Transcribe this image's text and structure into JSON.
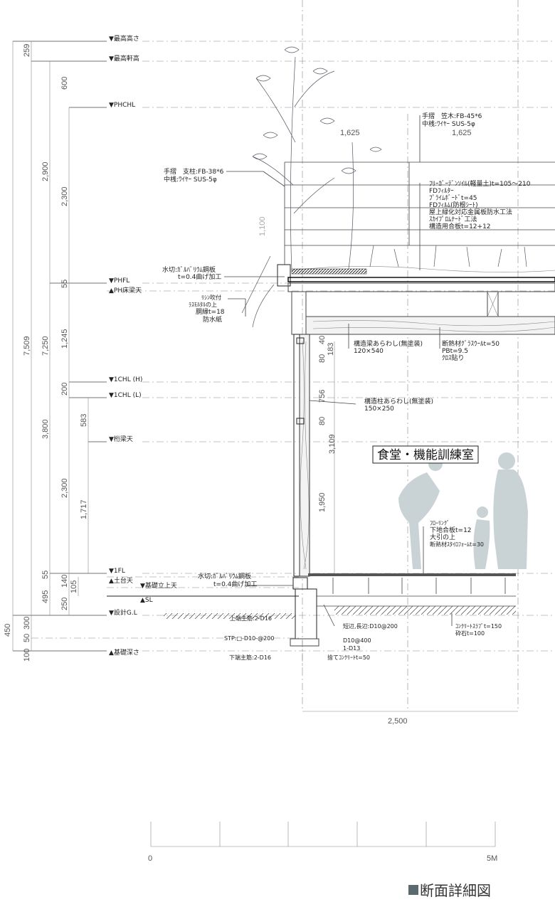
{
  "levels": [
    {
      "label": "▼最高高さ"
    },
    {
      "label": "▼最高軒高"
    },
    {
      "label": "▼PHCHL"
    },
    {
      "label": "▼PHFL"
    },
    {
      "label": "▲PH床梁天"
    },
    {
      "label": "▼1CHL (H)"
    },
    {
      "label": "▼1CHL (L)"
    },
    {
      "label": "▼桁梁天"
    },
    {
      "label": "▼1FL"
    },
    {
      "label": "▲土台天"
    },
    {
      "label": "▼基礎立上天"
    },
    {
      "label": "▲SL"
    },
    {
      "label": "▼設計G.L"
    },
    {
      "label": "▲基礎深さ"
    }
  ],
  "vertical_dims": [
    "259",
    "7,509",
    "2,900",
    "7,250",
    "3,800",
    "55",
    "495",
    "600",
    "2,300",
    "55",
    "1,245",
    "200",
    "2,300",
    "140",
    "250",
    "105",
    "583",
    "1,717",
    "450",
    "300",
    "50",
    "100"
  ],
  "drawing_dims": [
    "1,625",
    "1,625",
    "1,100",
    "183",
    "80",
    "756",
    "80",
    "3,109",
    "1,950",
    "2,500",
    "40"
  ],
  "annotations": {
    "handrail_left": [
      "手摺　支柱:FB-38*6",
      "中桟:ﾜｲﾔｰ SUS-5φ"
    ],
    "handrail_right": [
      "手摺　笠木:FB-45*6",
      "中桟:ﾜｲﾔｰ SUS-5φ"
    ],
    "roof_layers": [
      "ﾌﾘｰｶﾞｰﾃﾞﾝｿｲﾙ(軽量土)t=105～210",
      "FDﾌｨﾙﾀｰ",
      "ﾌﾟﾗｲﾑﾎﾞｰﾄﾞt=45",
      "FDﾌｨﾙﾑ(防根ｼｰﾄ)",
      "屋上緑化対応金属板防水工法",
      "ｽｶｲﾌﾟﾛﾑﾅｰﾄﾞ工法",
      "構造用合板t=12+12"
    ],
    "flashing_top": [
      "水切:ｶﾞﾙﾊﾞﾘｳﾑ鋼板",
      "t=0.4曲げ加工"
    ],
    "wall_layers": [
      "ﾘｼﾝ吹付",
      "ﾗｽﾓﾙﾀﾙの上",
      "胴縁t=18",
      "防水紙"
    ],
    "beam": [
      "構造梁あらわし(無塗装)",
      "120×540"
    ],
    "ceiling": [
      "断熱材ｸﾞﾗｽｳｰﾙt=50",
      "PBt=9.5",
      "ｸﾛｽ貼り"
    ],
    "column": [
      "構造柱あらわし(無塗装)",
      "150×250"
    ],
    "floor": [
      "ﾌﾛｰﾘﾝｸﾞ",
      "下地合板t=12",
      "大引の上",
      "断熱材ｽﾀｲﾛﾌｫｰﾑt=30"
    ],
    "flashing_bottom": [
      "水切:ｶﾞﾙﾊﾞﾘｳﾑ鋼板",
      "t=0.4曲げ加工"
    ],
    "foundation_left": [
      "上端主筋:2-D16",
      "STP:□-D10-@200",
      "下端主筋:2-D16"
    ],
    "foundation_right": [
      "短辺,長辺:D10@200",
      "D10@400",
      "1-D13",
      "捨てｺﾝｸﾘｰﾄt=50"
    ],
    "slab": [
      "ｺﾝｸﾘｰﾄｽﾗﾌﾞt=150",
      "砕石t=100"
    ]
  },
  "room_label": "食堂・機能訓練室",
  "scale": {
    "start": "0",
    "end": "5M",
    "divisions": 5
  },
  "title": "断面詳細図",
  "colors": {
    "line": "#444444",
    "silhouette": "#c9d3d5",
    "title_square": "#5a6a6e"
  }
}
